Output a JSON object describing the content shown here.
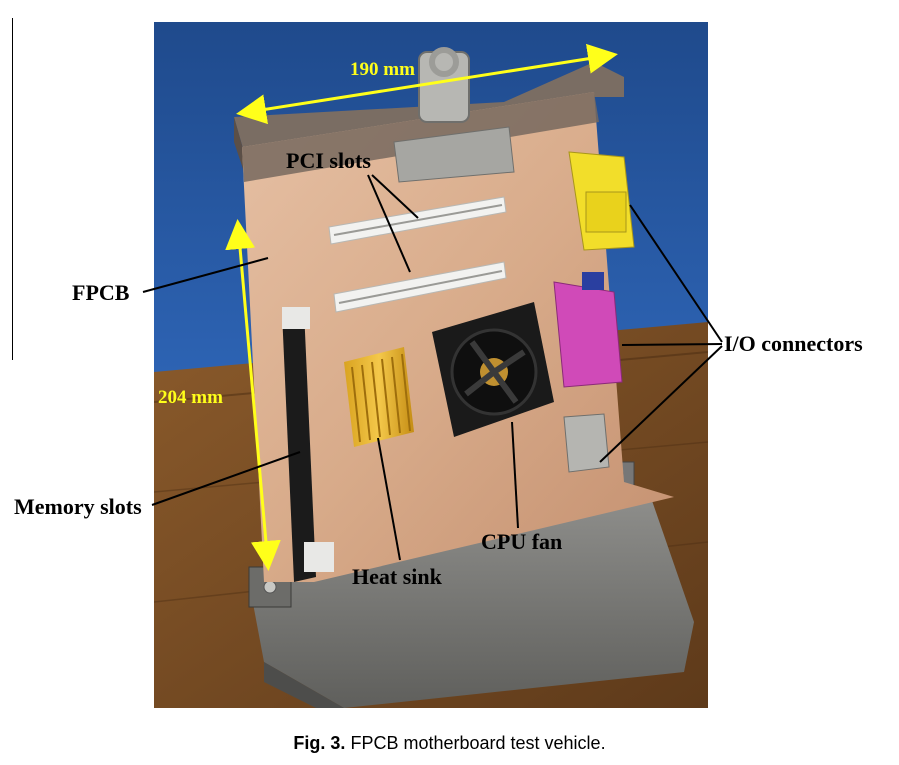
{
  "figure": {
    "labels": {
      "width_dimension": "190 mm",
      "height_dimension": "204 mm",
      "pci_slots": "PCI slots",
      "fpcb": "FPCB",
      "io_connectors": "I/O connectors",
      "memory_slots": "Memory slots",
      "cpu_fan": "CPU fan",
      "heat_sink": "Heat sink"
    },
    "annotation_color": "#ffff1a"
  },
  "caption": {
    "figure_number": "Fig. 3.",
    "text": "FPCB motherboard test vehicle."
  }
}
